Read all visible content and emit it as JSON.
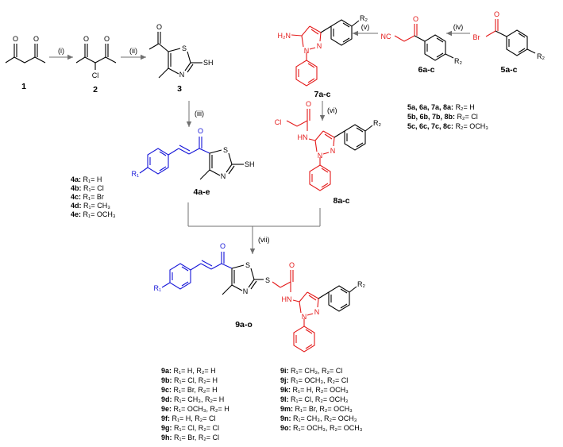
{
  "colors": {
    "black": "#000000",
    "blue": "#1515d8",
    "red": "#e41a1a",
    "arrow": "#707070"
  },
  "compounds": {
    "c1": "1",
    "c2": "2",
    "c3": "3",
    "c4": "4a-e",
    "c5": "5a-c",
    "c6": "6a-c",
    "c7": "7a-c",
    "c8": "8a-c",
    "c9": "9a-o"
  },
  "steps": {
    "i": "(i)",
    "ii": "(ii)",
    "iii": "(iii)",
    "iv": "(iv)",
    "v": "(v)",
    "vi": "(vi)",
    "vii": "(vii)"
  },
  "atoms": {
    "O": "O",
    "S": "S",
    "N": "N",
    "Cl": "Cl",
    "SH": "SH",
    "NC": "NC",
    "Br": "Br",
    "H2N": "H₂N",
    "HN": "HN",
    "R1": "R₁",
    "R2": "R₂"
  },
  "legend4": [
    {
      "id": "4a:",
      "sub": "R₁= H"
    },
    {
      "id": "4b:",
      "sub": "R₁= Cl"
    },
    {
      "id": "4c:",
      "sub": "R₁= Br"
    },
    {
      "id": "4d:",
      "sub": "R₁= CH₃"
    },
    {
      "id": "4e:",
      "sub": "R₁= OCH₃"
    }
  ],
  "legend5": [
    {
      "id": "5a, 6a, 7a, 8a:",
      "sub": "R₂= H"
    },
    {
      "id": "5b, 6b, 7b, 8b:",
      "sub": "R₂= Cl"
    },
    {
      "id": "5c, 6c, 7c, 8c:",
      "sub": "R₂= OCH₃"
    }
  ],
  "legend9_left": [
    {
      "id": "9a:",
      "sub": "R₁= H, R₂= H"
    },
    {
      "id": "9b:",
      "sub": "R₁= Cl, R₂= H"
    },
    {
      "id": "9c:",
      "sub": "R₁= Br, R₂= H"
    },
    {
      "id": "9d:",
      "sub": "R₁= CH₃, R₂= H"
    },
    {
      "id": "9e:",
      "sub": "R₁= OCH₃, R₂= H"
    },
    {
      "id": "9f:",
      "sub": "R₁= H, R₂= Cl"
    },
    {
      "id": "9g:",
      "sub": "R₁= Cl, R₂= Cl"
    },
    {
      "id": "9h:",
      "sub": "R₁= Br, R₂= Cl"
    }
  ],
  "legend9_right": [
    {
      "id": "9i:",
      "sub": "R₁= CH₃, R₂= Cl"
    },
    {
      "id": "9j:",
      "sub": "R₁= OCH₃, R₂= Cl"
    },
    {
      "id": "9k:",
      "sub": "R₁= H, R₂= OCH₃"
    },
    {
      "id": "9l:",
      "sub": "R₁= Cl, R₂= OCH₃"
    },
    {
      "id": "9m:",
      "sub": "R₁= Br, R₂= OCH₃"
    },
    {
      "id": "9n:",
      "sub": "R₁= CH₃, R₂= OCH₃"
    },
    {
      "id": "9o:",
      "sub": "R₁= OCH₃, R₂= OCH₃"
    }
  ]
}
